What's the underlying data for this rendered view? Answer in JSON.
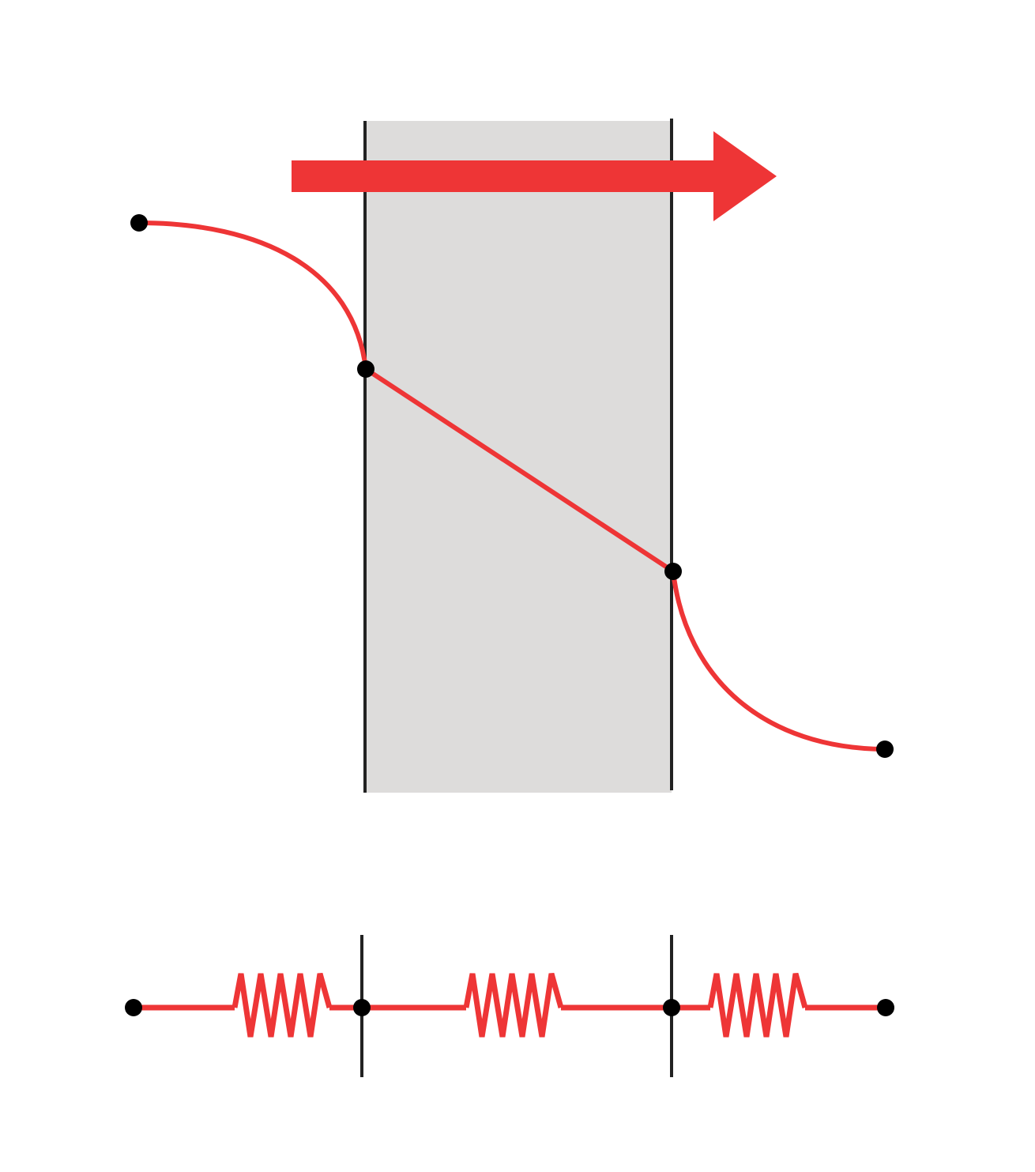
{
  "diagram": {
    "colors": {
      "background": "#ffffff",
      "wall_fill": "#dddcdb",
      "boundary_line": "#222222",
      "curve": "#ee3536",
      "arrow": "#ee3536",
      "node": "#000000",
      "resistor": "#ee3536"
    },
    "elements": {
      "wall": "wall-region",
      "arrow": "arrow-icon",
      "temperature_profile": "temperature-profile",
      "resistor_network": "thermal-resistor-network",
      "resistor_count": 3,
      "profile_node_count": 4,
      "network_node_count": 4
    }
  }
}
